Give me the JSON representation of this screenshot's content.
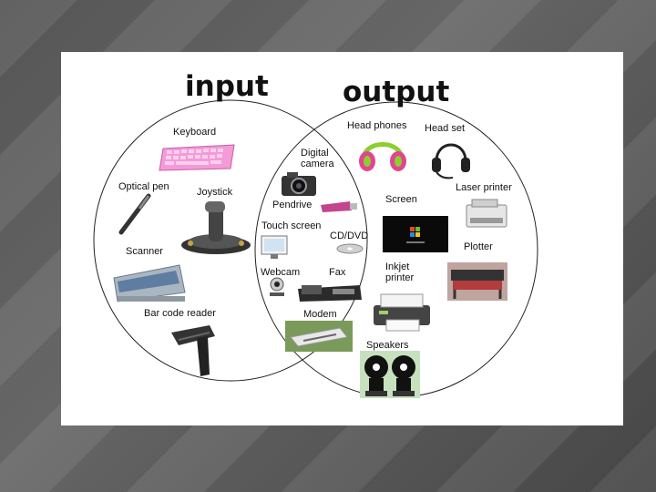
{
  "slide": {
    "input_title": "input",
    "output_title": "output"
  },
  "input_devices": {
    "keyboard": "Keyboard",
    "optical_pen": "Optical pen",
    "joystick": "Joystick",
    "scanner": "Scanner",
    "bar_code_reader": "Bar code reader"
  },
  "shared_devices": {
    "digital_camera": "Digital camera",
    "pendrive": "Pendrive",
    "touch_screen": "Touch screen",
    "cd_dvd": "CD/DVD",
    "webcam": "Webcam",
    "fax": "Fax",
    "modem": "Modem"
  },
  "output_devices": {
    "head_phones": "Head phones",
    "head_set": "Head set",
    "laser_printer": "Laser printer",
    "screen": "Screen",
    "plotter": "Plotter",
    "inkjet_printer": "Inkjet printer",
    "speakers": "Speakers"
  },
  "colors": {
    "background": "#5a5a5a",
    "slide": "#ffffff",
    "keyboard": "#f49ad8",
    "headphones": "#8ccf2f"
  }
}
